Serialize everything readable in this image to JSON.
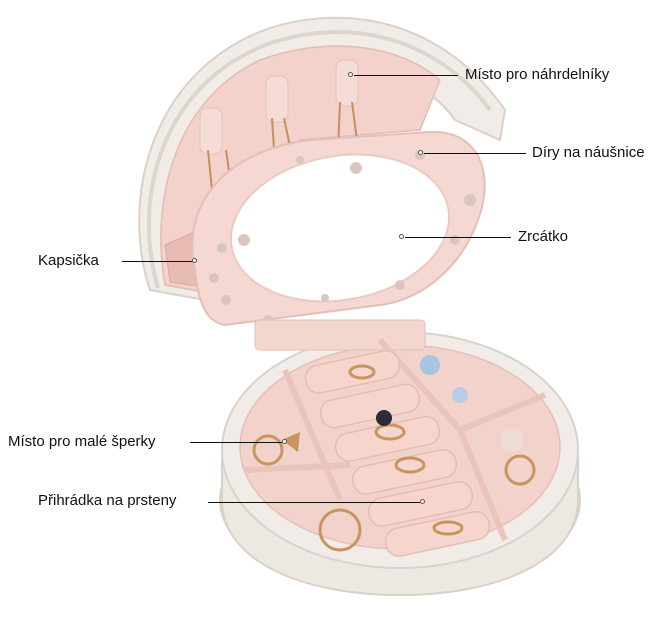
{
  "product_image": {
    "subject": "jewelry-box",
    "colors": {
      "shell": "#f2eeea",
      "lining": "#f2d3cc",
      "lining_dark": "#e8bdb4",
      "zipper": "#ddd7d1",
      "ring_rolls": "#f6d6cc",
      "gold": "#c9955e",
      "mirror": "#ffffff"
    }
  },
  "callouts": [
    {
      "id": "necklace",
      "label": "Místo pro náhrdelníky"
    },
    {
      "id": "earrings",
      "label": "Díry na náušnice"
    },
    {
      "id": "mirror",
      "label": "Zrcátko"
    },
    {
      "id": "pocket",
      "label": "Kapsička"
    },
    {
      "id": "small-jewelry",
      "label": "Místo pro malé šperky"
    },
    {
      "id": "rings",
      "label": "Přihrádka na prsteny"
    }
  ]
}
